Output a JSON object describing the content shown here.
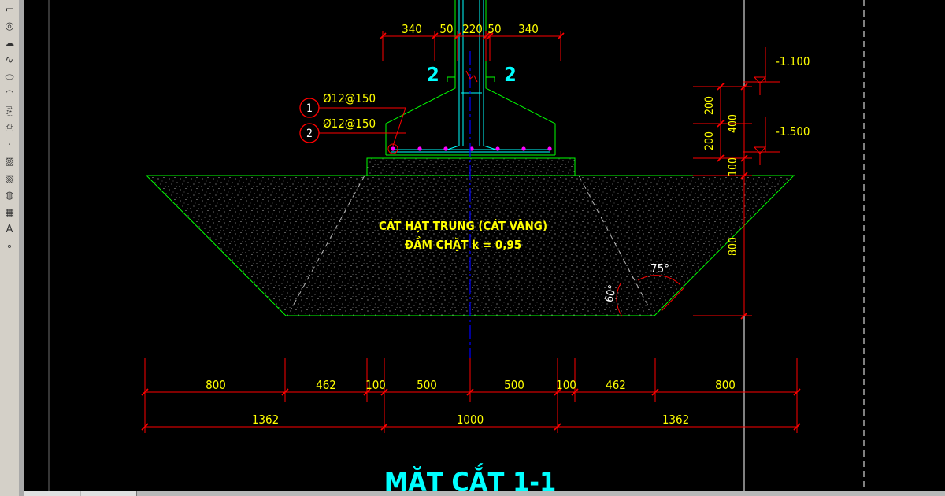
{
  "toolbar": {
    "tools": [
      {
        "name": "polyline-tool-icon",
        "glyph": "⌐"
      },
      {
        "name": "circle-tool-icon",
        "glyph": "◎"
      },
      {
        "name": "revcloud-tool-icon",
        "glyph": "☁"
      },
      {
        "name": "spline-tool-icon",
        "glyph": "∿"
      },
      {
        "name": "ellipse-tool-icon",
        "glyph": "⬭"
      },
      {
        "name": "ellipse-arc-tool-icon",
        "glyph": "◠"
      },
      {
        "name": "insert-block-tool-icon",
        "glyph": "⎘"
      },
      {
        "name": "make-block-tool-icon",
        "glyph": "⎙"
      },
      {
        "name": "point-tool-icon",
        "glyph": "·"
      },
      {
        "name": "hatch-tool-icon",
        "glyph": "▨"
      },
      {
        "name": "gradient-tool-icon",
        "glyph": "▧"
      },
      {
        "name": "region-tool-icon",
        "glyph": "◍"
      },
      {
        "name": "table-tool-icon",
        "glyph": "▦"
      },
      {
        "name": "multiline-text-tool-icon",
        "glyph": "A"
      },
      {
        "name": "add-selected-tool-icon",
        "glyph": "∘"
      }
    ]
  },
  "drawing": {
    "colors": {
      "background": "#000000",
      "dimension": "#ff0000",
      "dim_text": "#ffff00",
      "green": "#00ff00",
      "cyan": "#00ffff",
      "magenta": "#ff00ff",
      "blue": "#0000ff",
      "white": "#ffffff",
      "border": "#ffffff"
    },
    "top_dims": [
      "340",
      "50",
      "220",
      "50",
      "340"
    ],
    "section_marks": [
      "2",
      "2"
    ],
    "rebar": [
      {
        "num": "1",
        "label": "Ø12@150"
      },
      {
        "num": "2",
        "label": "Ø12@150"
      }
    ],
    "elevations": [
      "-1.100",
      "-1.500"
    ],
    "right_dims": [
      "200",
      "200",
      "400",
      "100",
      "800"
    ],
    "material_line1": "CÁT HẠT TRUNG (CÁT VÀNG)",
    "material_line2": "ĐẦM CHẶT k = 0,95",
    "angles": [
      "75°",
      "60°"
    ],
    "bottom_dims_row1": [
      "800",
      "462",
      "100",
      "500",
      "500",
      "100",
      "462",
      "800"
    ],
    "bottom_dims_row2": [
      "1362",
      "1000",
      "1362"
    ],
    "section_title": "MẶT CẮT 1-1"
  }
}
